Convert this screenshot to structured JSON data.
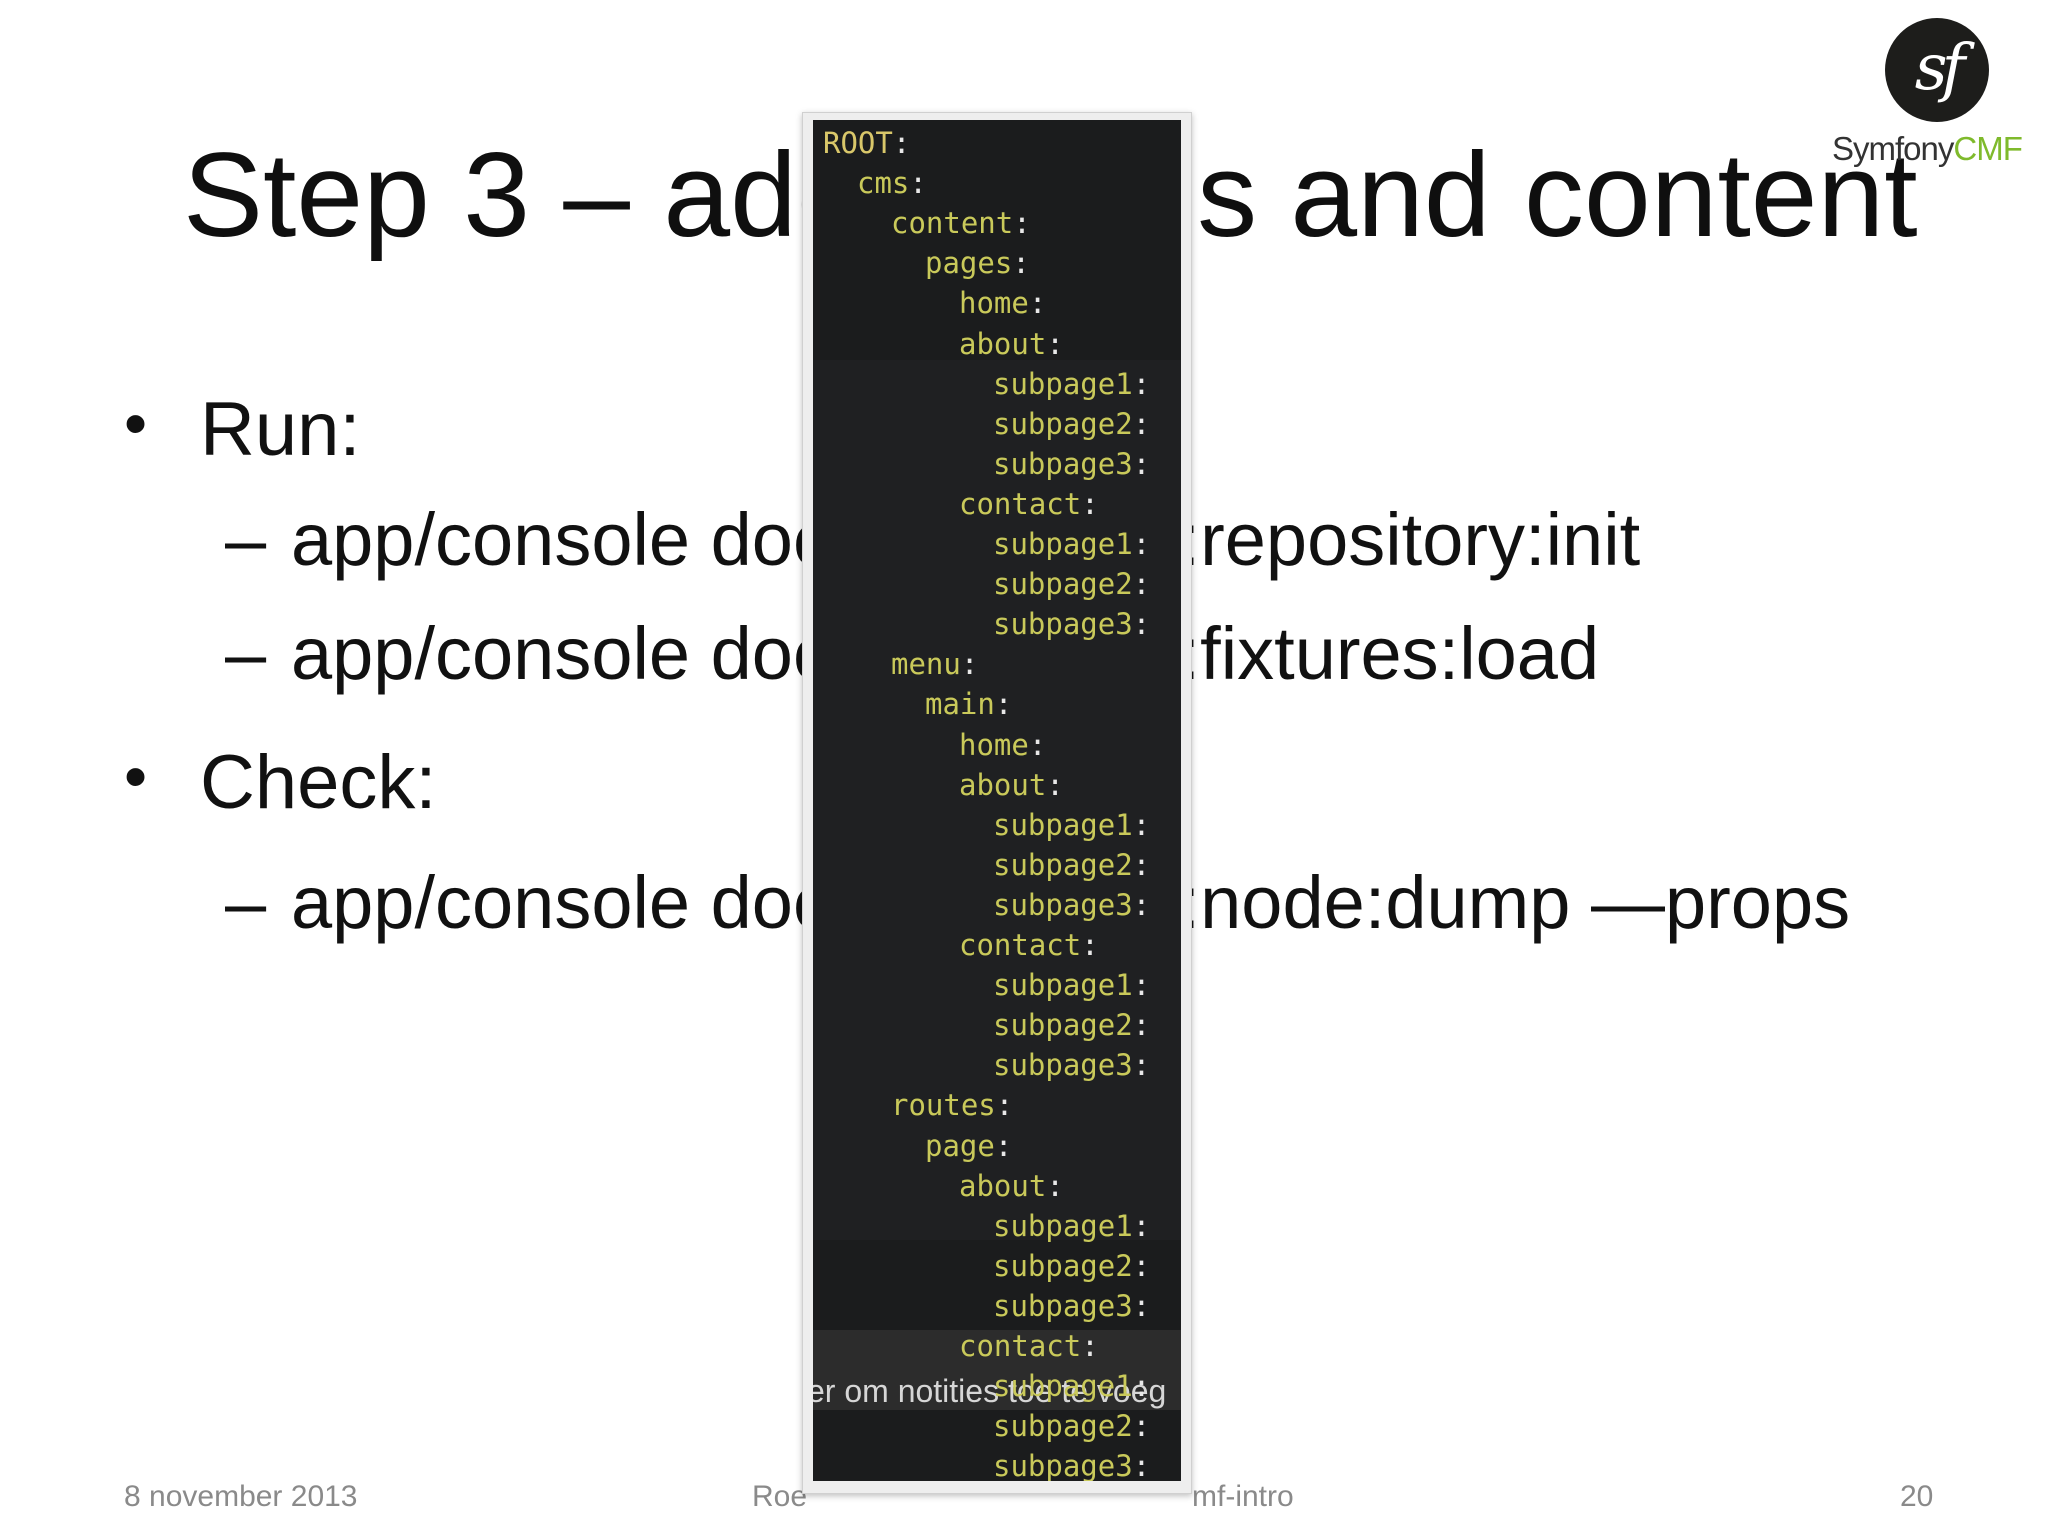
{
  "slide": {
    "title": "Step 3 – add menus and content",
    "title_parts": {
      "left": "Step 3 – add",
      "right": "s and content"
    },
    "bullets": [
      {
        "marker": "•",
        "text": "Run:"
      },
      {
        "marker": "–",
        "text": "app/console doctrine:phpcr:repository:init",
        "visible_left": "app/console doc",
        "visible_right": ":repository:init"
      },
      {
        "marker": "–",
        "text": "app/console doctrine:phpcr:fixtures:load",
        "visible_left": "app/console doc",
        "visible_right": ":fixtures:load"
      },
      {
        "marker": "•",
        "text": "Check:"
      },
      {
        "marker": "–",
        "text": "app/console doctrine:phpcr:node:dump —props",
        "visible_left": "app/console doc",
        "visible_right": ":node:dump —props"
      }
    ],
    "footer": {
      "date": "8 november 2013",
      "author_left": "Roe",
      "author_right": "mf-intro",
      "page": "20"
    },
    "logo": {
      "mark": "sf",
      "word_a": "Symfony",
      "word_b": "CMF",
      "icon": "symfony-logo-icon"
    }
  },
  "terminal": {
    "hint": "er om notities toe te voeg",
    "colors": {
      "key": "#c9c95a",
      "colon": "#e8e8e8",
      "background": "#1b1c1d"
    },
    "tree": [
      {
        "key": "ROOT",
        "depth": 0
      },
      {
        "key": "cms",
        "depth": 1
      },
      {
        "key": "content",
        "depth": 2
      },
      {
        "key": "pages",
        "depth": 3
      },
      {
        "key": "home",
        "depth": 4
      },
      {
        "key": "about",
        "depth": 4
      },
      {
        "key": "subpage1",
        "depth": 5
      },
      {
        "key": "subpage2",
        "depth": 5
      },
      {
        "key": "subpage3",
        "depth": 5
      },
      {
        "key": "contact",
        "depth": 4
      },
      {
        "key": "subpage1",
        "depth": 5
      },
      {
        "key": "subpage2",
        "depth": 5
      },
      {
        "key": "subpage3",
        "depth": 5
      },
      {
        "key": "menu",
        "depth": 2
      },
      {
        "key": "main",
        "depth": 3
      },
      {
        "key": "home",
        "depth": 4
      },
      {
        "key": "about",
        "depth": 4
      },
      {
        "key": "subpage1",
        "depth": 5
      },
      {
        "key": "subpage2",
        "depth": 5
      },
      {
        "key": "subpage3",
        "depth": 5
      },
      {
        "key": "contact",
        "depth": 4
      },
      {
        "key": "subpage1",
        "depth": 5
      },
      {
        "key": "subpage2",
        "depth": 5
      },
      {
        "key": "subpage3",
        "depth": 5
      },
      {
        "key": "routes",
        "depth": 2
      },
      {
        "key": "page",
        "depth": 3
      },
      {
        "key": "about",
        "depth": 4
      },
      {
        "key": "subpage1",
        "depth": 5
      },
      {
        "key": "subpage2",
        "depth": 5
      },
      {
        "key": "subpage3",
        "depth": 5
      },
      {
        "key": "contact",
        "depth": 4
      },
      {
        "key": "subpage1",
        "depth": 5
      },
      {
        "key": "subpage2",
        "depth": 5
      },
      {
        "key": "subpage3",
        "depth": 5
      }
    ]
  }
}
